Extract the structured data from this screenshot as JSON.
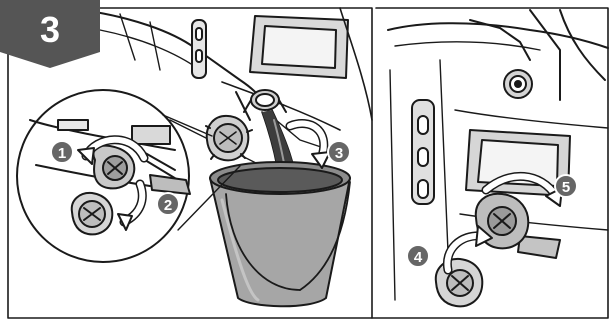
{
  "step": {
    "number": "3",
    "badge_color": "#555555"
  },
  "callouts": [
    {
      "id": "c1",
      "label": "1"
    },
    {
      "id": "c2",
      "label": "2"
    },
    {
      "id": "c3",
      "label": "3"
    },
    {
      "id": "c4",
      "label": "4"
    },
    {
      "id": "c5",
      "label": "5"
    }
  ],
  "colors": {
    "callout_fill": "#666666",
    "line": "#1a1a1a",
    "gray_light": "#d9d9d9",
    "gray_mid": "#b3b3b3",
    "gray_dark": "#7a7a7a"
  }
}
